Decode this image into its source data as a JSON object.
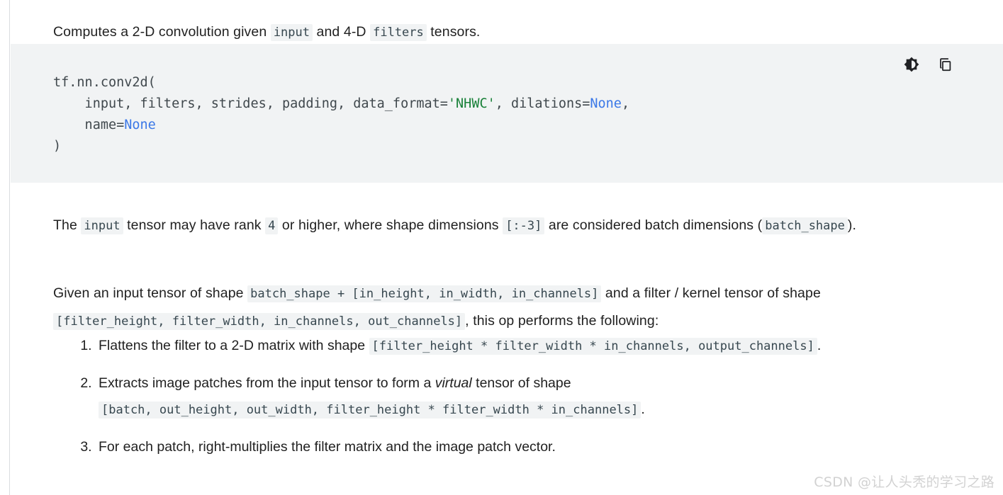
{
  "document": {
    "intro": {
      "before": "Computes a 2-D convolution given ",
      "code1": "input",
      "middle": " and 4-D ",
      "code2": "filters",
      "after": " tensors."
    },
    "code_block": {
      "language": "python",
      "background_color": "#f1f3f4",
      "actions": [
        {
          "name": "toggle-dark-code-theme",
          "icon": "brightness-icon",
          "label": "Toggle dark code theme"
        },
        {
          "name": "copy-code",
          "icon": "copy-icon",
          "label": "Copy code sample"
        }
      ],
      "lines": {
        "l1": "tf.nn.conv2d(",
        "l2_a": "    input, filters, strides, padding, data_format=",
        "l2_str": "'NHWC'",
        "l2_b": ", dilations=",
        "l2_kw": "None",
        "l2_c": ",",
        "l3_a": "    name=",
        "l3_kw": "None",
        "l4": ")"
      },
      "colors": {
        "text": "#40484d",
        "string": "#188038",
        "keyword": "#3b78e7"
      }
    },
    "paragraph_rank": {
      "t1": "The ",
      "c1": "input",
      "t2": " tensor may have rank ",
      "c2": "4",
      "t3": " or higher, where shape dimensions ",
      "c3": "[:-3]",
      "t4": " are considered batch dimensions (",
      "c4": "batch_shape",
      "t5": ")."
    },
    "paragraph_shape": {
      "t1": "Given an input tensor of shape ",
      "c1": "batch_shape + [in_height, in_width, in_channels]",
      "t2": " and a filter / kernel tensor of shape ",
      "c2": "[filter_height, filter_width, in_channels, out_channels]",
      "t3": ", this op performs the following:"
    },
    "steps": [
      {
        "t1": "Flattens the filter to a 2-D matrix with shape ",
        "c1": "[filter_height * filter_width * in_channels, output_channels]",
        "t2": "."
      },
      {
        "t1": "Extracts image patches from the input tensor to form a ",
        "em": "virtual",
        "t2": " tensor of shape ",
        "c1": "[batch, out_height, out_width, filter_height * filter_width * in_channels]",
        "t3": "."
      },
      {
        "t1": "For each patch, right-multiplies the filter matrix and the image patch vector.",
        "c1": "",
        "t2": ""
      }
    ],
    "watermark": "CSDN @让人头秃的学习之路",
    "colors": {
      "body_text": "#212121",
      "inline_code_bg": "#f1f3f4",
      "inline_code_text": "#37474f",
      "rule": "#dadce0",
      "watermark": "#d2d2d2"
    }
  }
}
